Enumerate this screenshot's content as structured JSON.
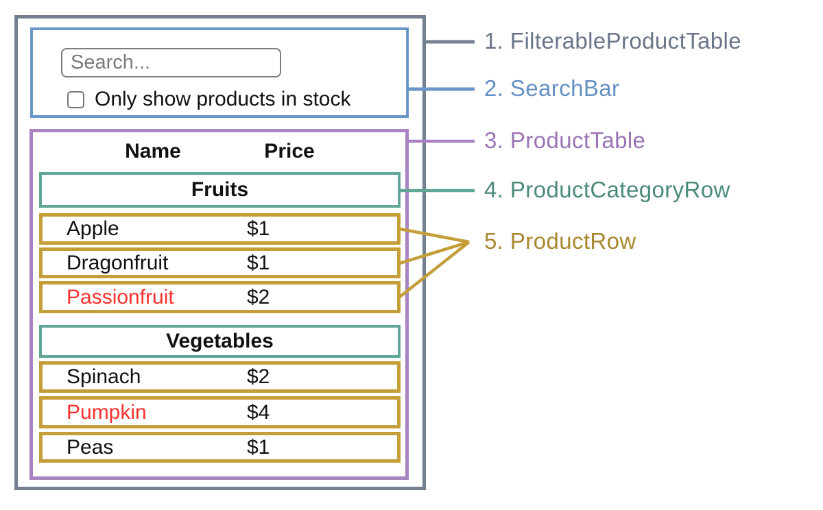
{
  "search_bar": {
    "placeholder": "Search...",
    "checkbox_label": "Only show products in stock",
    "checkbox_checked": false
  },
  "product_table": {
    "columns": [
      "Name",
      "Price"
    ],
    "sections": [
      {
        "category": "Fruits",
        "rows": [
          {
            "name": "Apple",
            "price": "$1",
            "out_of_stock": false
          },
          {
            "name": "Dragonfruit",
            "price": "$1",
            "out_of_stock": false
          },
          {
            "name": "Passionfruit",
            "price": "$2",
            "out_of_stock": true
          }
        ]
      },
      {
        "category": "Vegetables",
        "rows": [
          {
            "name": "Spinach",
            "price": "$2",
            "out_of_stock": false
          },
          {
            "name": "Pumpkin",
            "price": "$4",
            "out_of_stock": true
          },
          {
            "name": "Peas",
            "price": "$1",
            "out_of_stock": false
          }
        ]
      }
    ]
  },
  "legend": [
    {
      "text": "1. FilterableProductTable",
      "color": "#6a7588"
    },
    {
      "text": "2. SearchBar",
      "color": "#6590c2"
    },
    {
      "text": "3. ProductTable",
      "color": "#9b74b6"
    },
    {
      "text": "4. ProductCategoryRow",
      "color": "#4a8a7c"
    },
    {
      "text": "5. ProductRow",
      "color": "#a8872e"
    }
  ],
  "colors": {
    "outline_filterable_product_table": "#748090",
    "outline_search_bar": "#6c96c8",
    "outline_product_table": "#a884c2",
    "outline_product_category_row": "#60a798",
    "outline_product_row": "#c49e38",
    "out_of_stock_text": "#f8322e"
  }
}
